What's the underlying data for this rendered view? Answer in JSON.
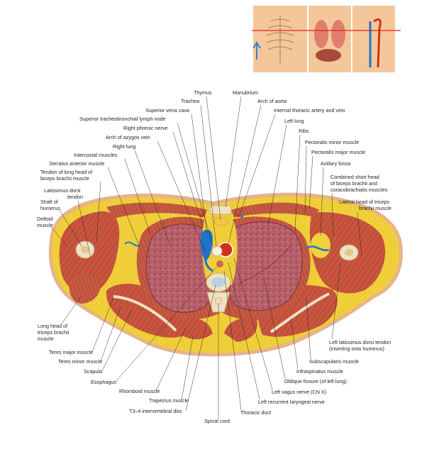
{
  "labels": {
    "thymus": "Thymus",
    "manubrium": "Manubrium",
    "trachea": "Trachea",
    "arch_of_aorta": "Arch of aorta",
    "superior_vena_cava": "Superior vena cava",
    "internal_thoracic": "Internal thoracic artery and vein",
    "superior_tracheobronchial": "Superior tracheobronchial lymph node",
    "left_lung": "Left lung",
    "right_phrenic": "Right phrenic nerve",
    "ribs": "Ribs",
    "arch_of_azygos": "Arch of azygos vein",
    "pectoralis_minor": "Pectoralis minor muscle",
    "right_lung": "Right lung",
    "pectoralis_major": "Pectoralis major muscle",
    "intercostal": "Intercostal muscles",
    "axillary_fossa": "Axillary fossa",
    "serratus_anterior": "Serratus anterior muscle",
    "combined_short_head": [
      "Combined short head",
      "of biceps brachii and",
      "coracobrachialis muscles"
    ],
    "tendon_long_head": [
      "Tendon of long head of",
      "biceps brachii muscle"
    ],
    "lateral_head_triceps": [
      "Lateral head of triceps",
      "brachii muscle"
    ],
    "latissimus_tendon": [
      "Latissimus dorsi",
      "tendon"
    ],
    "shaft_humerus": [
      "Shaft of",
      "humerus"
    ],
    "deltoid": [
      "Deltoid",
      "muscle"
    ],
    "long_head_triceps": [
      "Long head of",
      "triceps brachii",
      "muscle"
    ],
    "left_latissimus_tendon": [
      "Left latissimus dorsi tendon",
      "(inserting onto humerus)"
    ],
    "teres_major": "Teres major muscle",
    "subscapularis": "Subscapularis muscle",
    "teres_minor": "Teres minor muscle",
    "infraspinatus": "Infraspinatus muscle",
    "scapula": "Scapula",
    "oblique_fissure": "Oblique fissure (of left lung)",
    "esophagus": "Esophagus",
    "left_vagus": "Left vagus nerve (CN X)",
    "rhomboid": "Rhomboid muscle",
    "left_recurrent": "Left recurrent laryngeal nerve",
    "trapezius": "Trapezius muscle",
    "t3_4_disc": "T3–4 intervertebral disc",
    "thoracic_duct": "Thoracic duct",
    "spinal_cord": "Spinal cord"
  },
  "colors": {
    "fat": "#f2d23c",
    "muscle": "#c8553f",
    "muscle_dark": "#a43b2c",
    "lung": "#b8616b",
    "lung_dark": "#8e3c48",
    "bone": "#efe2c4",
    "vein": "#1f74c9",
    "artery": "#d2301e",
    "skin": "#f4c79a",
    "cut_plane": "#d9251d"
  },
  "icons": [
    "orientation-arrow-icon"
  ]
}
